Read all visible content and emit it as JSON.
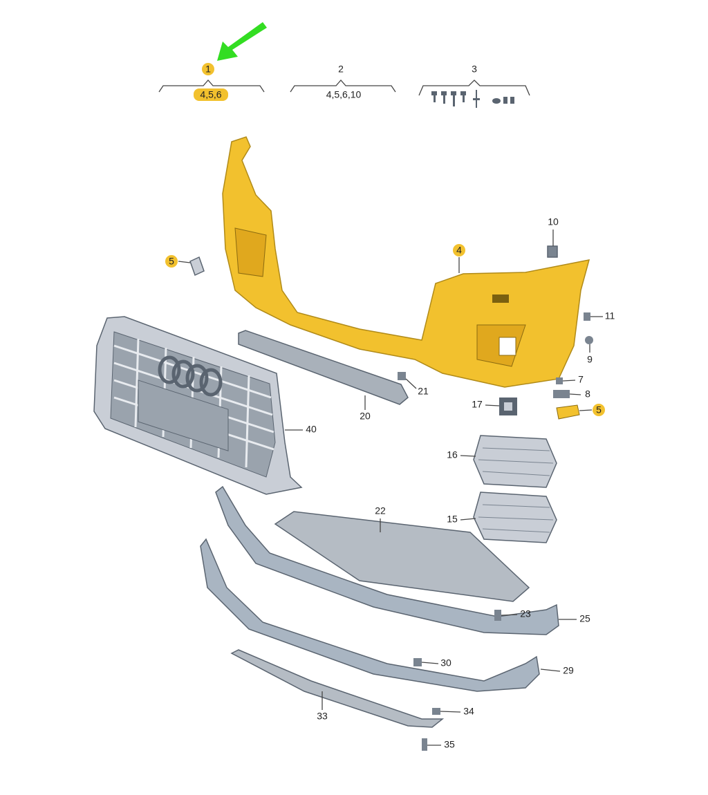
{
  "diagram": {
    "title": "Front bumper parts diagram",
    "accent_color": "#f2c12e",
    "arrow_color": "#33dd22",
    "groups": [
      {
        "number": "1",
        "contents": "4,5,6",
        "highlighted": true
      },
      {
        "number": "2",
        "contents": "4,5,6,10",
        "highlighted": false
      },
      {
        "number": "3",
        "contents": "",
        "highlighted": false
      }
    ],
    "callouts": {
      "c4": "4",
      "c5a": "5",
      "c5b": "5",
      "c7": "7",
      "c8": "8",
      "c9": "9",
      "c10": "10",
      "c11": "11",
      "c15": "15",
      "c16": "16",
      "c17": "17",
      "c20": "20",
      "c21": "21",
      "c22": "22",
      "c23": "23",
      "c25": "25",
      "c29": "29",
      "c30": "30",
      "c33": "33",
      "c34": "34",
      "c35": "35",
      "c40": "40"
    }
  }
}
